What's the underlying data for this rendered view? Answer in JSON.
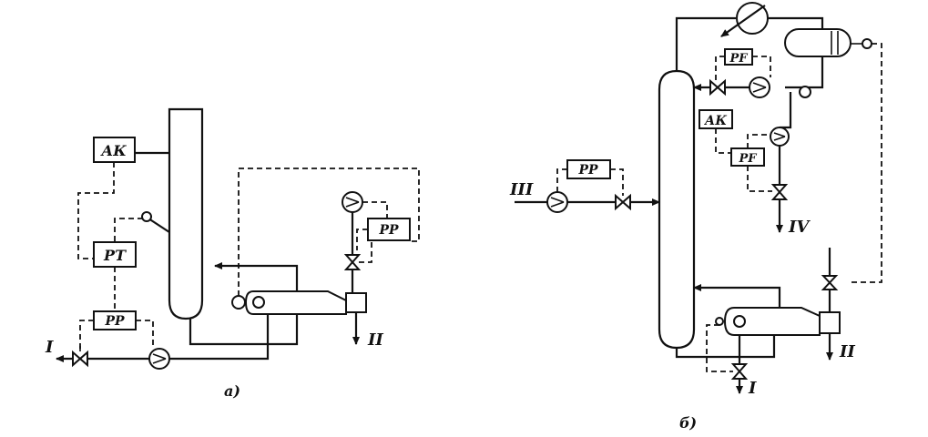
{
  "diagram_a": {
    "caption": "а)",
    "controllers": {
      "ak": "АК",
      "pt": "РТ",
      "pp_bottom": "РР",
      "pp_right": "РР"
    },
    "streams": {
      "s1": "I",
      "s2": "II"
    }
  },
  "diagram_b": {
    "caption": "б)",
    "controllers": {
      "pf": "РF",
      "ak": "АК",
      "pf2": "РF",
      "pp": "РР"
    },
    "streams": {
      "s1": "I",
      "s2": "II",
      "s3": "III",
      "s4": "IV"
    }
  }
}
